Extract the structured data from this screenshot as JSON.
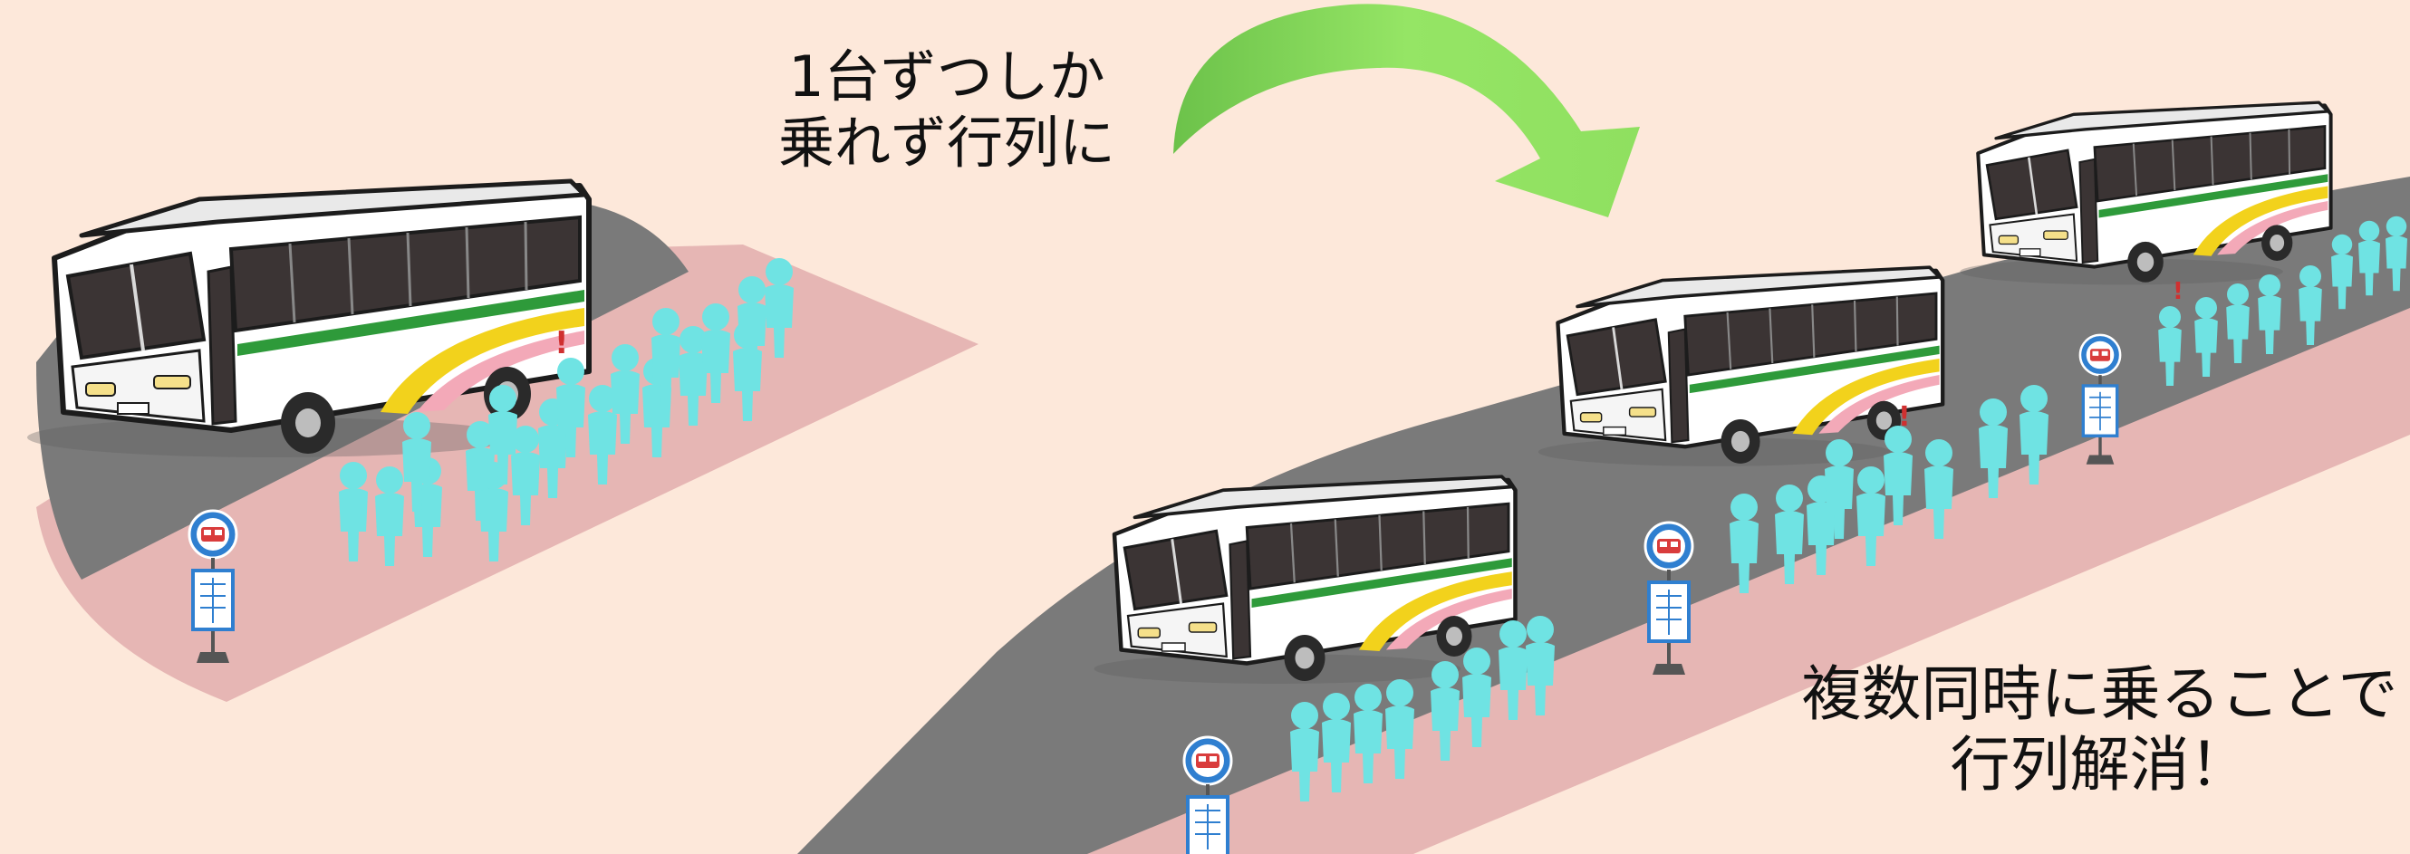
{
  "caption_left": {
    "line1": "1台ずつしか",
    "line2": "乗れず行列に"
  },
  "caption_right": {
    "line1": "複数同時に乗ることで",
    "line2": "行列解消！"
  },
  "colors": {
    "background": "#fde8da",
    "road": "#7a7a7a",
    "sidewalk": "#e6b6b4",
    "arrow": "#8fe060",
    "people": "#6fe3e3",
    "bus_body": "#ffffff",
    "bus_window": "#3b3434",
    "bus_stripe_green": "#2e9a3a",
    "bus_stripe_yellow": "#f2d21c",
    "bus_stripe_pink": "#f3a9b8",
    "stop_sign": "#2f7fd0"
  },
  "icons": {
    "bus_stop_sign": "bus-stop-icon",
    "arrow": "curved-arrow-icon",
    "person": "person-icon"
  }
}
